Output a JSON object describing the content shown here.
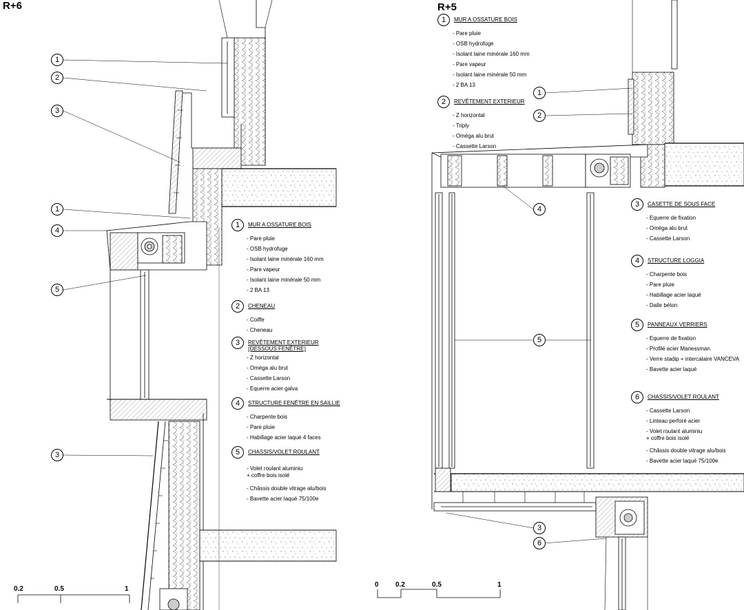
{
  "sections": [
    {
      "level": "R+6",
      "notes": [
        {
          "num": "1",
          "title": "MUR A OSSATURE BOIS",
          "items": [
            "- Pare pluie",
            "- OSB hydrofuge",
            "- Isolant laine minérale 160 mm",
            "- Pare vapeur",
            "- Isolant laine minérale 50 mm",
            "- 2 BA 13"
          ]
        },
        {
          "num": "2",
          "title": "CHENEAU",
          "items": [
            "- Coiffe",
            "- Cheneau"
          ]
        },
        {
          "num": "3",
          "title": "REVÊTEMENT EXTERIEUR\n(DESSOUS FENÊTRE)",
          "items": [
            "- Z horizontal",
            "- Oméga alu brut",
            "- Cassette Larson",
            "- Equerre acier galva"
          ]
        },
        {
          "num": "4",
          "title": "STRUCTURE FENÊTRE EN SAILLIE",
          "items": [
            "- Charpente bois",
            "- Pare pluie",
            "- Habillage acier laqué 4 faces"
          ]
        },
        {
          "num": "5",
          "title": "CHASSIS/VOLET ROULANT",
          "items": [
            "- Volet roulant aluminiu\n      + coffre bois isolé",
            "- Châssis double vitrage alu/bois",
            "- Bavette acier laqué 75/100e"
          ]
        }
      ],
      "callouts": [
        "1",
        "2",
        "3",
        "1",
        "4",
        "5",
        "3"
      ],
      "scale": [
        "0.2",
        "0.5",
        "1"
      ]
    },
    {
      "level": "R+5",
      "notes": [
        {
          "num": "1",
          "title": "MUR A OSSATURE BOIS",
          "items": [
            "- Pare pluie",
            "- OSB hydrofuge",
            "- Isolant laine minérale 160 mm",
            "- Pare vapeur",
            "- Isolant laine minérale 50 mm",
            "- 2 BA 13"
          ]
        },
        {
          "num": "2",
          "title": "REVÊTEMENT EXTERIEUR",
          "items": [
            "- Z horizontal",
            "- Triply",
            "- Oméga alu brut",
            "- Cassette Larson"
          ]
        },
        {
          "num": "3",
          "title": "CASETTE DE SOUS FACE",
          "items": [
            "- Equerre de fixation",
            "- Oméga alu brut",
            "- Cassette Larson"
          ]
        },
        {
          "num": "4",
          "title": "STRUCTURE LOGGIA",
          "items": [
            "- Charpente bois",
            "- Pare pluie",
            "- Habillage acier laqué",
            "- Dalle béton"
          ]
        },
        {
          "num": "5",
          "title": "PANNEAUX VERRIERS",
          "items": [
            "- Equerre de fixation",
            "- Profilé acier Manessman",
            "- Verre stadip + intercalaire VANCEVA",
            "- Bavette acier laqué"
          ]
        },
        {
          "num": "6",
          "title": "CHASSIS/VOLET ROULANT",
          "items": [
            "- Cassette Larson",
            "- Linteau perforé acier",
            "- Volet roulant aluminiu\n      + coffre bois isolé",
            "- Châssis double vitrage alu/bois",
            "- Bavette acier laqué 75/100e"
          ]
        }
      ],
      "callouts": [
        "1",
        "2",
        "4",
        "5",
        "3",
        "6"
      ],
      "scale": [
        "0",
        "0.2",
        "0.5",
        "1"
      ]
    }
  ]
}
